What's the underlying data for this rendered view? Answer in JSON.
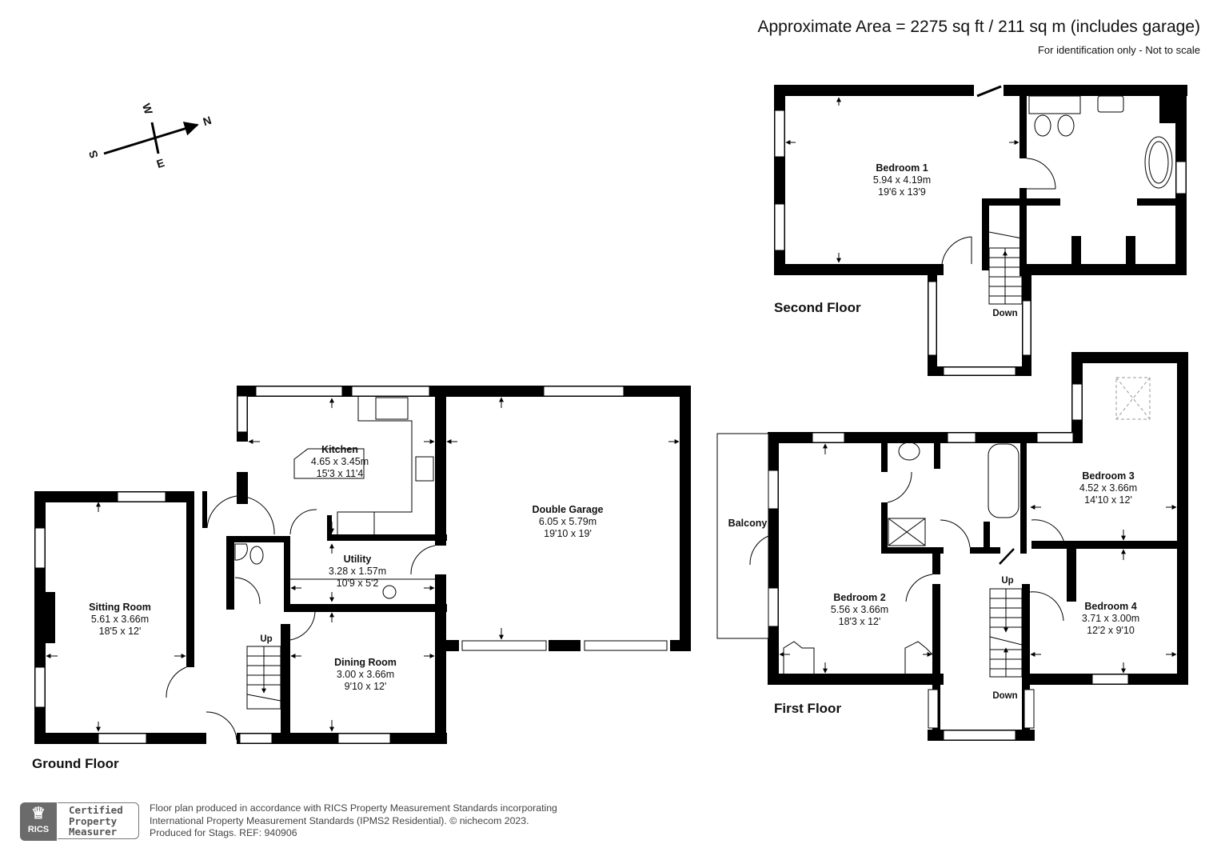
{
  "header": {
    "area": "Approximate Area = 2275 sq ft / 211 sq m (includes garage)",
    "note": "For identification only - Not to scale"
  },
  "compass": {
    "n": "N",
    "s": "S",
    "e": "E",
    "w": "W"
  },
  "floors": {
    "ground": {
      "title": "Ground Floor",
      "rooms": [
        {
          "name": "Sitting Room",
          "metric": "5.61 x 3.66m",
          "imperial": "18'5 x 12'"
        },
        {
          "name": "Kitchen",
          "metric": "4.65 x 3.45m",
          "imperial": "15'3 x 11'4"
        },
        {
          "name": "Utility",
          "metric": "3.28 x 1.57m",
          "imperial": "10'9 x 5'2"
        },
        {
          "name": "Dining Room",
          "metric": "3.00 x 3.66m",
          "imperial": "9'10 x 12'"
        },
        {
          "name": "Double Garage",
          "metric": "6.05 x 5.79m",
          "imperial": "19'10 x 19'"
        }
      ],
      "stairs": {
        "up": "Up"
      }
    },
    "first": {
      "title": "First Floor",
      "rooms": [
        {
          "name": "Balcony"
        },
        {
          "name": "Bedroom 2",
          "metric": "5.56 x 3.66m",
          "imperial": "18'3 x 12'"
        },
        {
          "name": "Bedroom 3",
          "metric": "4.52 x 3.66m",
          "imperial": "14'10 x 12'"
        },
        {
          "name": "Bedroom 4",
          "metric": "3.71 x 3.00m",
          "imperial": "12'2 x 9'10"
        }
      ],
      "stairs": {
        "up": "Up",
        "down": "Down"
      }
    },
    "second": {
      "title": "Second Floor",
      "rooms": [
        {
          "name": "Bedroom 1",
          "metric": "5.94 x 4.19m",
          "imperial": "19'6 x 13'9"
        }
      ],
      "stairs": {
        "down": "Down"
      }
    }
  },
  "footer": {
    "badge_logo": "RICS",
    "badge_lines": [
      "Certified",
      "Property",
      "Measurer"
    ],
    "text_lines": [
      "Floor plan produced in accordance with RICS Property Measurement Standards incorporating",
      "International Property Measurement Standards (IPMS2 Residential).   © nichecom 2023.",
      "Produced for Stags.   REF: 940906"
    ]
  },
  "colors": {
    "wall": "#000000",
    "background": "#ffffff",
    "footer_text": "#444444",
    "badge": "#6b6b6b"
  }
}
